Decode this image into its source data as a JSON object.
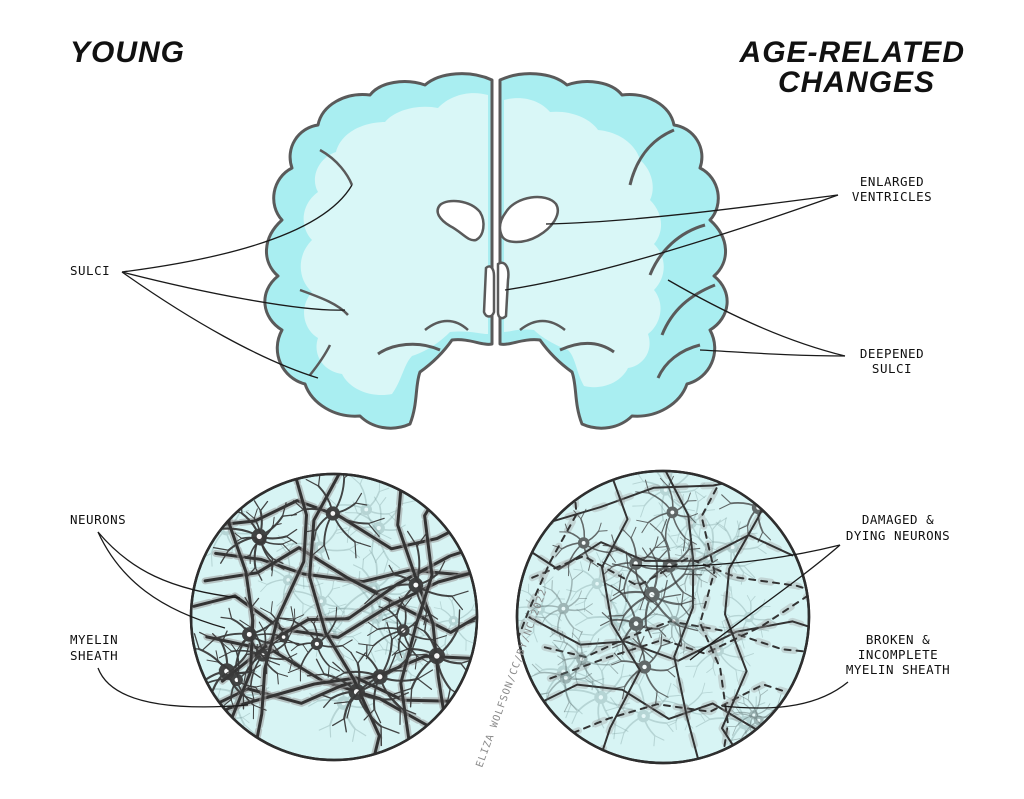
{
  "titles": {
    "left": "YOUNG",
    "right_line1": "AGE-RELATED",
    "right_line2": "CHANGES"
  },
  "labels": {
    "sulci": "SULCI",
    "enlarged_ventricles_line1": "ENLARGED",
    "enlarged_ventricles_line2": "VENTRICLES",
    "deepened_sulci_line1": "DEEPENED",
    "deepened_sulci_line2": "SULCI",
    "neurons": "NEURONS",
    "myelin_line1": "MYELIN",
    "myelin_line2": "SHEATH",
    "damaged_line1": "DAMAGED &",
    "damaged_line2": "DYING NEURONS",
    "broken_line1": "BROKEN &",
    "broken_line2": "INCOMPLETE",
    "broken_line3": "MYELIN SHEATH"
  },
  "credit": "ELIZA WOLFSON/CC/BY/NC/2022",
  "colors": {
    "brain_fill": "#a9eef1",
    "white_matter": "#d9f7f7",
    "outline": "#5a5a5a",
    "neuron": "#3a3a3a",
    "myelin": "#555555"
  }
}
